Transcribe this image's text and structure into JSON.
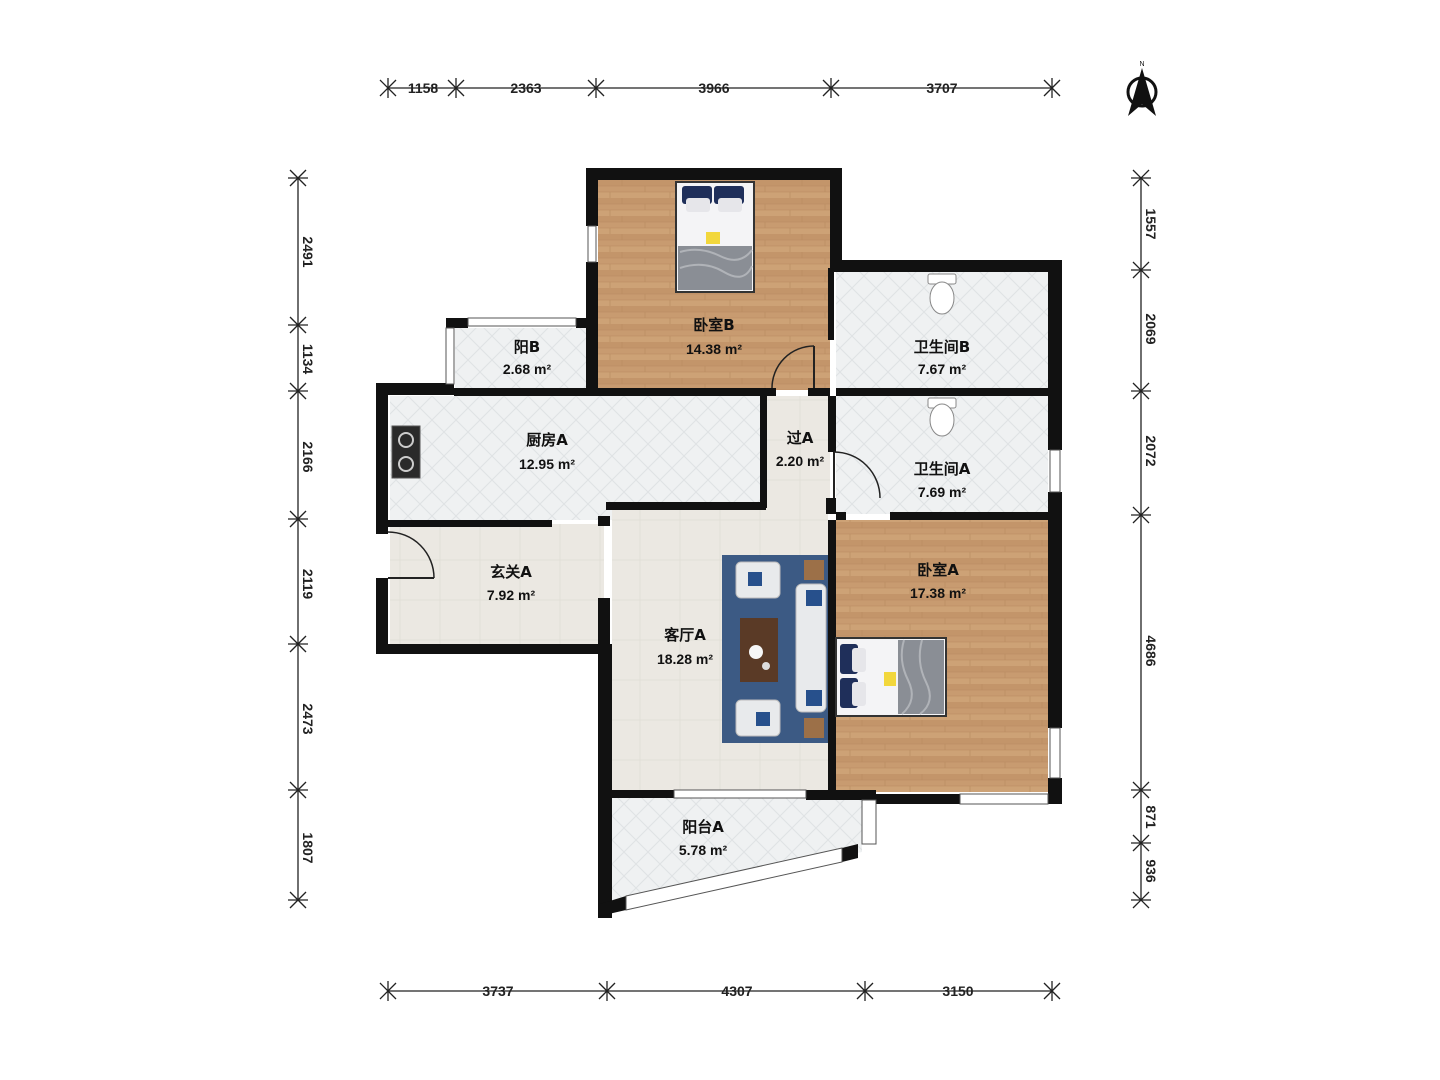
{
  "dimensions": {
    "top": [
      "1158",
      "2363",
      "3966",
      "3707"
    ],
    "bottom": [
      "3737",
      "4307",
      "3150"
    ],
    "left": [
      "2491",
      "1134",
      "2166",
      "2119",
      "2473",
      "1807"
    ],
    "right": [
      "1557",
      "2069",
      "2072",
      "4686",
      "871",
      "936"
    ]
  },
  "compass": {
    "label": "N"
  },
  "rooms": {
    "bedroom_b": {
      "name": "卧室B",
      "area": "14.38 m²"
    },
    "bathroom_b": {
      "name": "卫生间B",
      "area": "7.67 m²"
    },
    "balcony_b": {
      "name": "阳B",
      "area": "2.68 m²"
    },
    "kitchen_a": {
      "name": "厨房A",
      "area": "12.95 m²"
    },
    "hall_a": {
      "name": "过A",
      "area": "2.20 m²"
    },
    "bathroom_a": {
      "name": "卫生间A",
      "area": "7.69 m²"
    },
    "entrance_a": {
      "name": "玄关A",
      "area": "7.92 m²"
    },
    "living_a": {
      "name": "客厅A",
      "area": "18.28 m²"
    },
    "bedroom_a": {
      "name": "卧室A",
      "area": "17.38 m²"
    },
    "balcony_a": {
      "name": "阳台A",
      "area": "5.78 m²"
    }
  },
  "colors": {
    "wood_floor": "#c79a70",
    "tile_floor": "#eef0f1",
    "living_floor": "#e9e6e0",
    "wall": "#111111",
    "rug": "#3c5a84"
  }
}
